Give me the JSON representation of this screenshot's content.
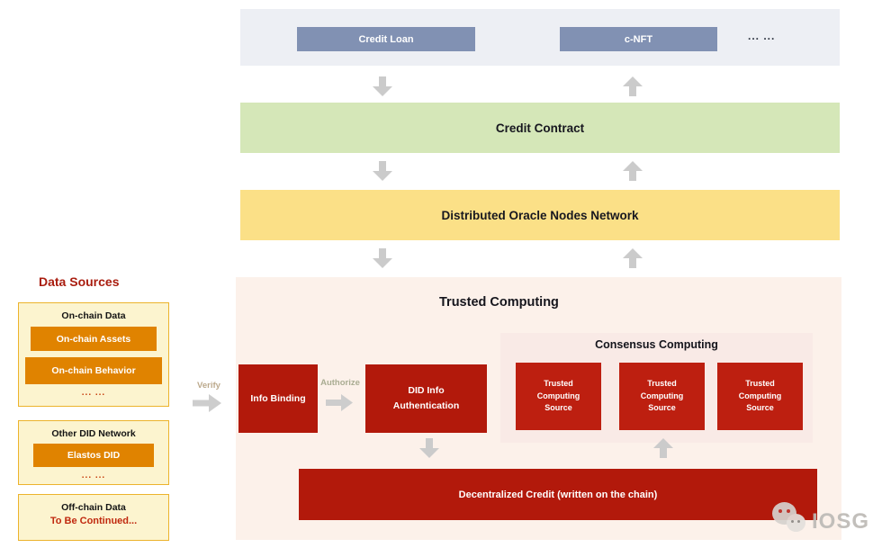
{
  "colors": {
    "accent_red": "#B2190B",
    "orange": "#E08300",
    "panel_yellow": "#FCF4CF",
    "gold_border": "#ECB32C",
    "green_bar": "#D5E7B8",
    "yellow_bar": "#FBE087",
    "top_band": "#EDEFF4",
    "chip_blue": "#8191B3",
    "cream": "#FCF1EA",
    "consensus_bg": "#F9EAE6",
    "arrow_gray": "#CBCBCB"
  },
  "top_band": {
    "chips": [
      {
        "label": "Credit Loan"
      },
      {
        "label": "c-NFT"
      }
    ],
    "more": "... ..."
  },
  "layers": {
    "credit_contract": "Credit Contract",
    "oracle_network": "Distributed Oracle Nodes Network"
  },
  "trusted_computing": {
    "title": "Trusted Computing",
    "info_binding": "Info Binding",
    "did_auth": "DID Info Authentication",
    "consensus": {
      "title": "Consensus Computing",
      "sources": [
        "Trusted Computing Source",
        "Trusted Computing Source",
        "Trusted Computing Source"
      ]
    },
    "decentralized_credit": "Decentralized Credit  (written on the chain)"
  },
  "flow_labels": {
    "verify": "Verify",
    "authorize": "Authorize"
  },
  "data_sources": {
    "title": "Data Sources",
    "groups": [
      {
        "title": "On-chain Data",
        "items": [
          "On-chain Assets",
          "On-chain Behavior"
        ],
        "more": "... ..."
      },
      {
        "title": "Other DID Network",
        "items": [
          "Elastos DID"
        ],
        "more": "... ..."
      },
      {
        "title": "Off-chain Data",
        "note": "To Be Continued..."
      }
    ]
  },
  "watermark": {
    "text": "IOSG"
  }
}
